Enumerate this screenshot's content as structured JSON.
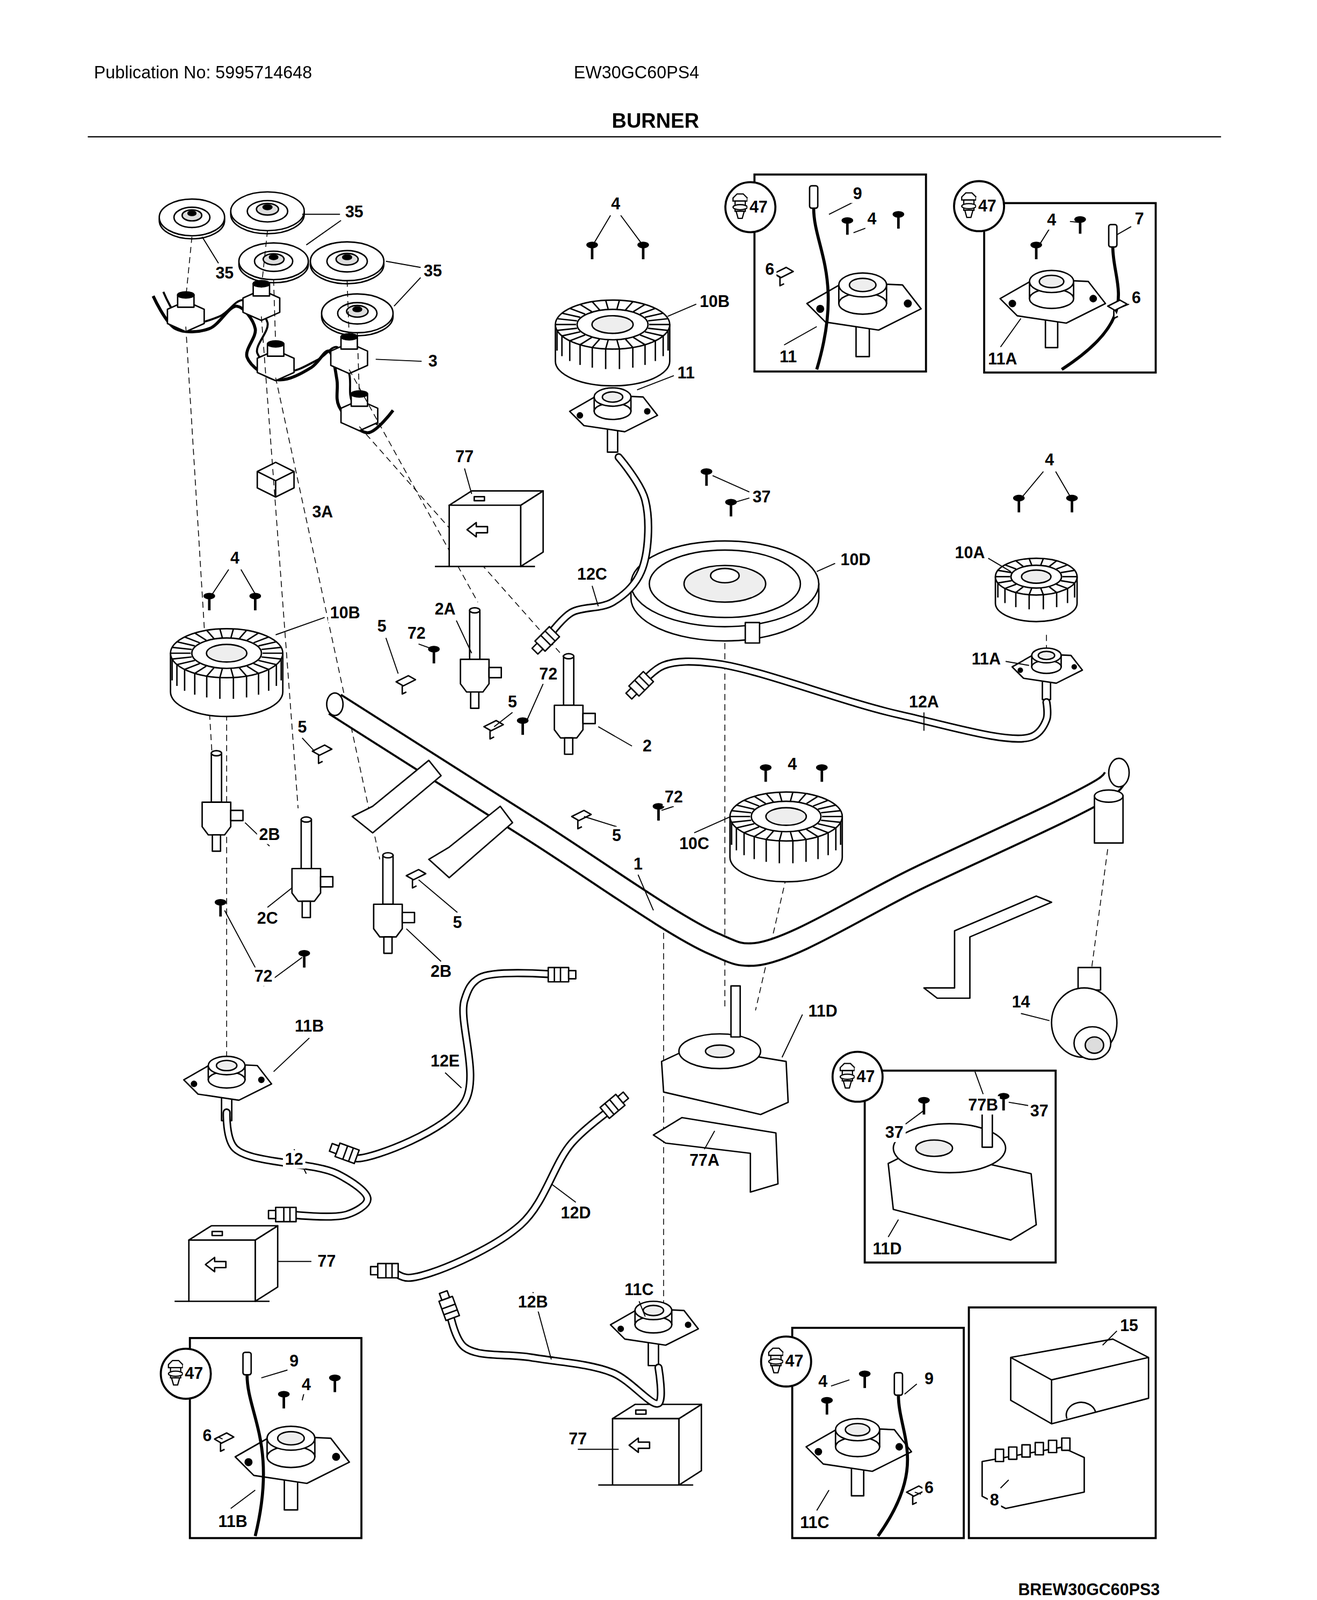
{
  "diagram": {
    "title": "BURNER",
    "nodes": [
      {
        "text": [
          "9",
          "4",
          "6",
          "11"
        ]
      },
      {
        "text": [
          "47"
        ],
        "in": 0
      },
      {
        "text": [
          "4",
          "7",
          "6",
          "11A"
        ]
      },
      {
        "text": [
          "47"
        ],
        "in": 2
      },
      {
        "text": [
          "37",
          "37",
          "11D"
        ]
      },
      {
        "text": [
          "47"
        ],
        "in": 4
      },
      {
        "text": [
          "9",
          "4",
          "6",
          "11B"
        ]
      },
      {
        "text": [
          "47"
        ],
        "in": 6
      },
      {
        "text": [
          "4",
          "9",
          "6",
          "11C"
        ]
      },
      {
        "text": [
          "47"
        ],
        "in": 8
      },
      {
        "text": [
          "15",
          "8"
        ]
      }
    ],
    "labels": [
      "Publication No: 5995714648",
      "EW30GC60PS4",
      "4",
      "35",
      "35",
      "35",
      "10B",
      "3",
      "11",
      "77",
      "4",
      "37",
      "3A",
      "10A",
      "4",
      "10D",
      "12C",
      "2A",
      "10B",
      "5",
      "72",
      "11A",
      "72",
      "5",
      "12A",
      "5",
      "2",
      "4",
      "72",
      "2B",
      "5",
      "10C",
      "1",
      "2C",
      "5",
      "2B",
      "72",
      "14",
      "11D",
      "11B",
      "12E",
      "77B",
      "12",
      "77A",
      "12D",
      "77",
      "11C",
      "12B",
      "77",
      "BREW30GC60PS3"
    ]
  }
}
